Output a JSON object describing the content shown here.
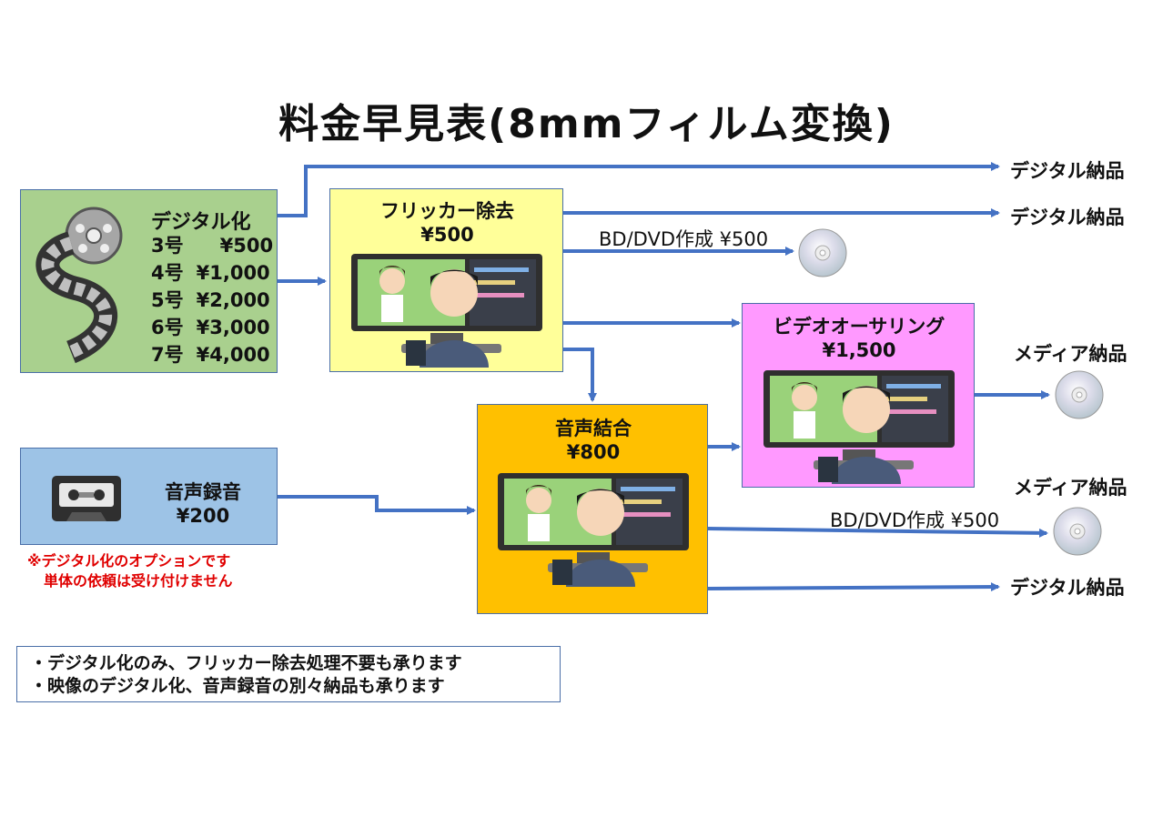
{
  "title": "料金早見表(8mmフィルム変換)",
  "digital": {
    "title": "デジタル化",
    "prices": [
      {
        "size": "3号",
        "price": "¥500"
      },
      {
        "size": "4号",
        "price": "¥1,000"
      },
      {
        "size": "5号",
        "price": "¥2,000"
      },
      {
        "size": "6号",
        "price": "¥3,000"
      },
      {
        "size": "7号",
        "price": "¥4,000"
      }
    ],
    "color": "#a9d08e"
  },
  "flicker": {
    "title": "フリッカー除去",
    "price": "¥500",
    "color": "#ffff99"
  },
  "audio_rec": {
    "title": "音声録音",
    "price": "¥200",
    "color": "#9dc3e6"
  },
  "audio_merge": {
    "title": "音声結合",
    "price": "¥800",
    "color": "#ffc000"
  },
  "video_authoring": {
    "title": "ビデオオーサリング",
    "price": "¥1,500",
    "color": "#ff99ff"
  },
  "outputs": {
    "digital_1": "デジタル納品",
    "digital_2": "デジタル納品",
    "digital_3": "デジタル納品",
    "bd_dvd_1": "BD/DVD作成 ¥500",
    "bd_dvd_2": "BD/DVD作成 ¥500",
    "media_1": "メディア納品",
    "media_2": "メディア納品"
  },
  "audio_note": [
    "※デジタル化のオプションです",
    "単体の依頼は受け付けません"
  ],
  "footnotes": [
    "・デジタル化のみ、フリッカー除去処理不要も承ります",
    "・映像のデジタル化、音声録音の別々納品も承ります"
  ],
  "arrow_color": "#4472c4"
}
